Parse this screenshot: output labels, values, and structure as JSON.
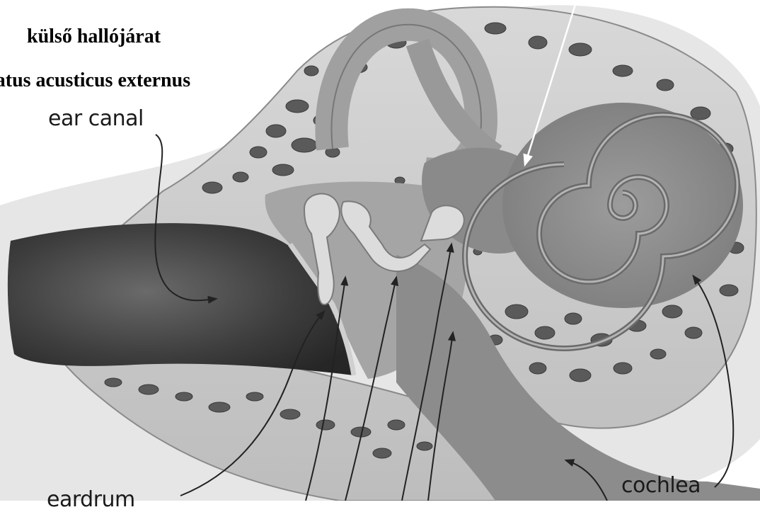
{
  "titles": {
    "hungarian": "külső hallójárat",
    "latin": "meatus acusticus externus"
  },
  "labels": {
    "ear_canal": "ear canal",
    "eardrum": "eardrum",
    "cochlea": "cochlea"
  },
  "colors": {
    "background": "#ffffff",
    "bone": "#cfcfcf",
    "bone_edge": "#8a8a8a",
    "canal_dark": "#3c3c3c",
    "cavity": "#9a9a9a",
    "cochlea": "#8e8e8e",
    "arrow": "#222222",
    "pointer": "#ffffff"
  }
}
